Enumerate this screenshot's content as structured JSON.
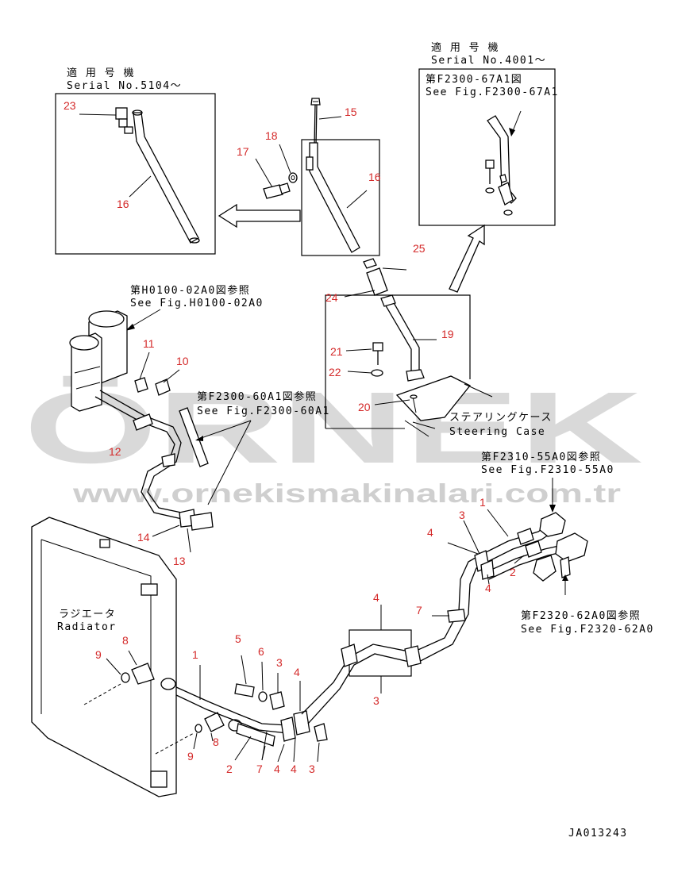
{
  "watermark": {
    "brand": "ÖRNEK",
    "url": "www.ornekismakinalari.com.tr"
  },
  "captions": {
    "serial_a_jp": "適 用 号 機",
    "serial_a": "Serial No.5104～",
    "serial_b_jp": "適 用 号 機",
    "serial_b": "Serial No.4001～",
    "ref_67a1_jp": "第F2300-67A1図",
    "ref_67a1": "See Fig.F2300-67A1",
    "ref_h0100_jp": "第H0100-02A0図参照",
    "ref_h0100": "See Fig.H0100-02A0",
    "ref_60a1_jp": "第F2300-60A1図参照",
    "ref_60a1": "See Fig.F2300-60A1",
    "steering_jp": "ステアリングケース",
    "steering": "Steering Case",
    "ref_55a0_jp": "第F2310-55A0図参照",
    "ref_55a0": "See Fig.F2310-55A0",
    "ref_62a0_jp": "第F2320-62A0図参照",
    "ref_62a0": "See Fig.F2320-62A0",
    "radiator_jp": "ラジエータ",
    "radiator": "Radiator",
    "drawing_id": "JA013243"
  },
  "part_labels": {
    "p1": "1",
    "p2": "2",
    "p3": "3",
    "p4": "4",
    "p5": "5",
    "p6": "6",
    "p7": "7",
    "p8": "8",
    "p9": "9",
    "p10": "10",
    "p11": "11",
    "p12": "12",
    "p13": "13",
    "p14": "14",
    "p15": "15",
    "p16": "16",
    "p17": "17",
    "p18": "18",
    "p19": "19",
    "p20": "20",
    "p21": "21",
    "p22": "22",
    "p23": "23",
    "p24": "24",
    "p25": "25"
  }
}
